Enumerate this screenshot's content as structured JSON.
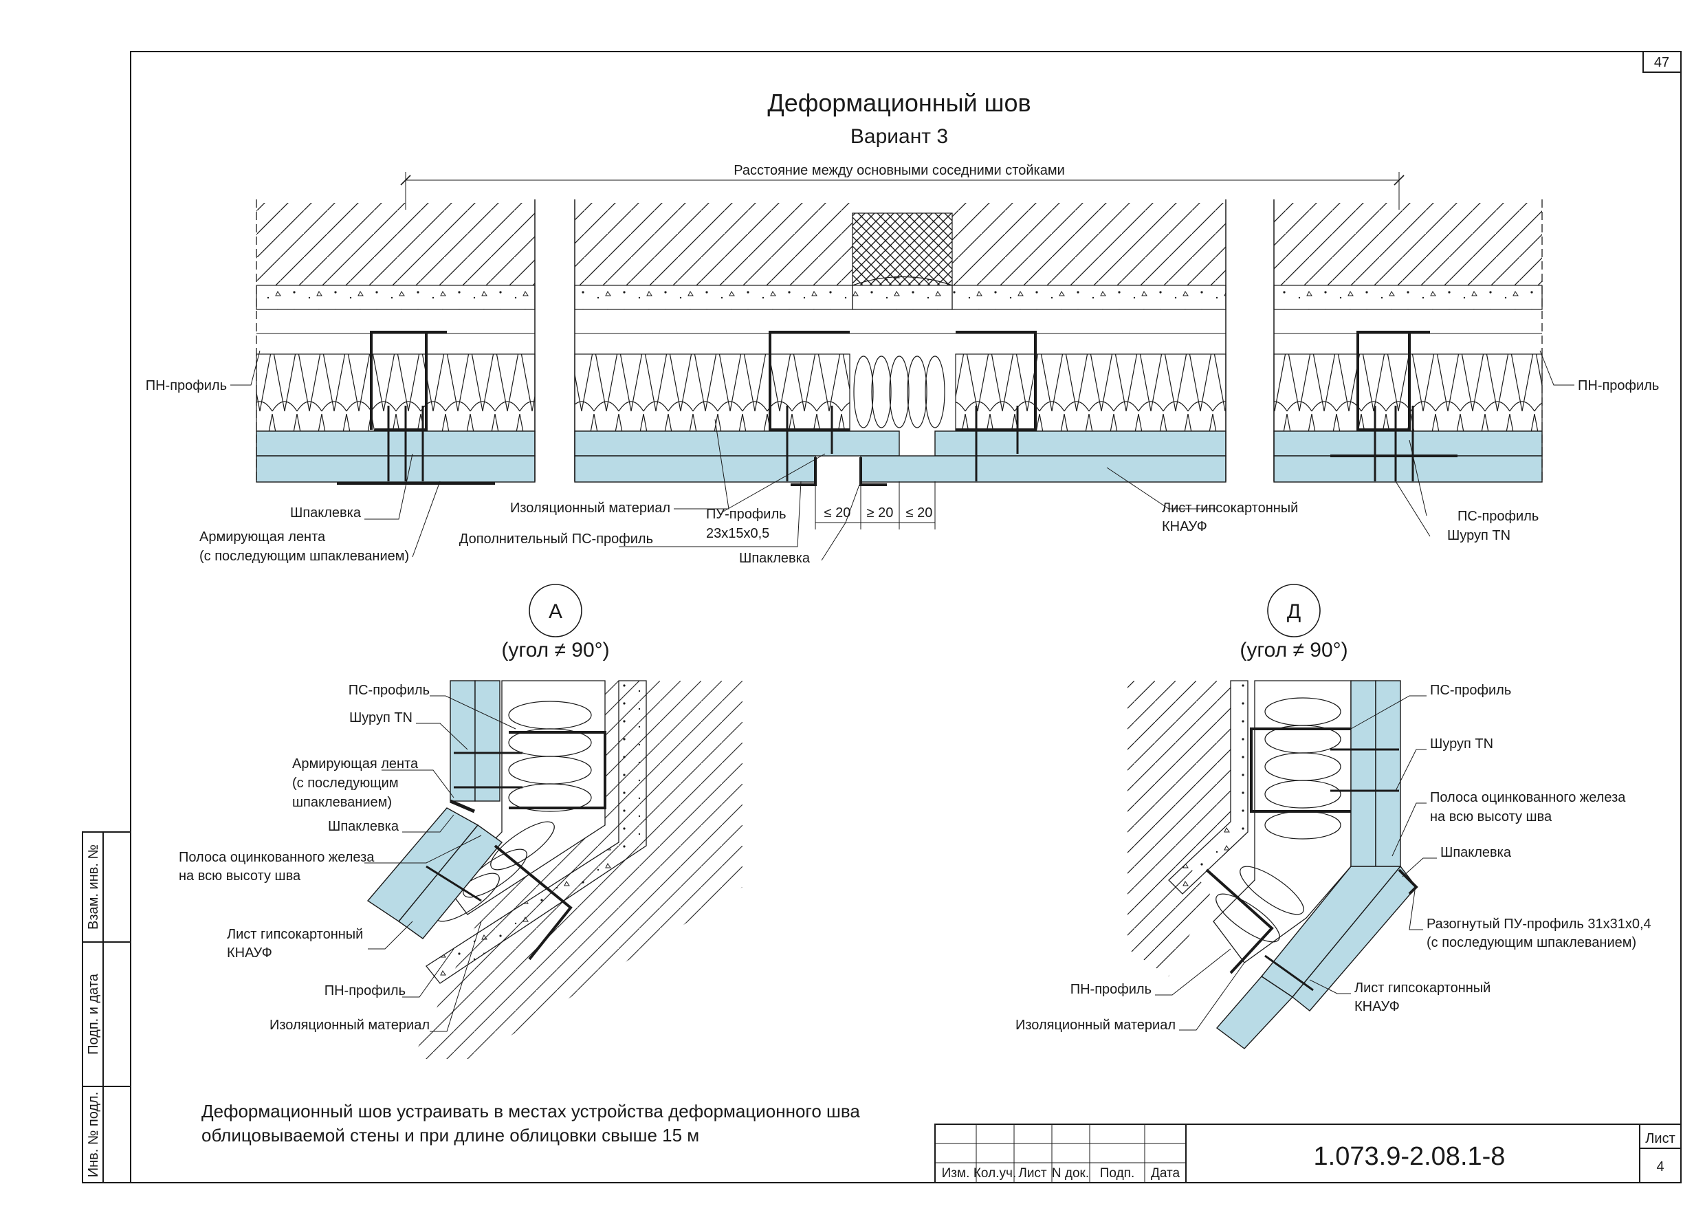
{
  "sheet_number": "47",
  "title": "Деформационный шов",
  "subtitle": "Вариант 3",
  "dimension_label": "Расстояние между основными соседними стойками",
  "plan_labels": {
    "pn_left": "ПН-профиль",
    "pn_right": "ПН-профиль",
    "shpaklevka_left": "Шпаклевка",
    "tape_1": "Армирующая лента",
    "tape_2": "(с последующим шпаклеванием)",
    "insulation": "Изоляционный материал",
    "extra_ps": "Дополнительный ПС-профиль",
    "pu_1": "ПУ-профиль",
    "pu_2": "23х15х0,5",
    "dim_1": "≤ 20",
    "dim_2": "≥ 20",
    "dim_3": "≤ 20",
    "shpaklevka_center": "Шпаклевка",
    "gkl_1": "Лист гипсокартонный",
    "gkl_2": "КНАУФ",
    "ps_right": "ПС-профиль",
    "screw_right": "Шуруп TN"
  },
  "detail_a": {
    "marker": "А",
    "angle": "(угол ≠ 90°)",
    "ps": "ПС-профиль",
    "screw": "Шуруп TN",
    "tape_1": "Армирующая лента",
    "tape_2": "(с последующим",
    "tape_3": "шпаклеванием)",
    "shpaklevka": "Шпаклевка",
    "strip_1": "Полоса оцинкованного железа",
    "strip_2": "на всю высоту шва",
    "gkl_1": "Лист гипсокартонный",
    "gkl_2": "КНАУФ",
    "pn": "ПН-профиль",
    "insulation": "Изоляционный материал"
  },
  "detail_d": {
    "marker": "Д",
    "angle": "(угол ≠ 90°)",
    "ps": "ПС-профиль",
    "screw": "Шуруп TN",
    "strip_1": "Полоса оцинкованного железа",
    "strip_2": "на всю высоту шва",
    "shpaklevka": "Шпаклевка",
    "pu_1": "Разогнутый ПУ-профиль 31х31х0,4",
    "pu_2": "(с последующим шпаклеванием)",
    "gkl_1": "Лист гипсокартонный",
    "gkl_2": "КНАУФ",
    "pn": "ПН-профиль",
    "insulation": "Изоляционный материал"
  },
  "note_1": "Деформационный шов устраивать в местах устройства деформационного шва",
  "note_2": "облицовываемой стены и при длине облицовки свыше 15 м",
  "stamp": {
    "doc_code": "1.073.9-2.08.1-8",
    "sheet_label": "Лист",
    "sheet_no": "4",
    "cols": [
      "Изм.",
      "Кол.уч.",
      "Лист",
      "N док.",
      "Подп.",
      "Дата"
    ]
  },
  "side_stamp": {
    "vzam": "Взам. инв. №",
    "podp": "Подп. и дата",
    "inv": "Инв. № подл."
  }
}
